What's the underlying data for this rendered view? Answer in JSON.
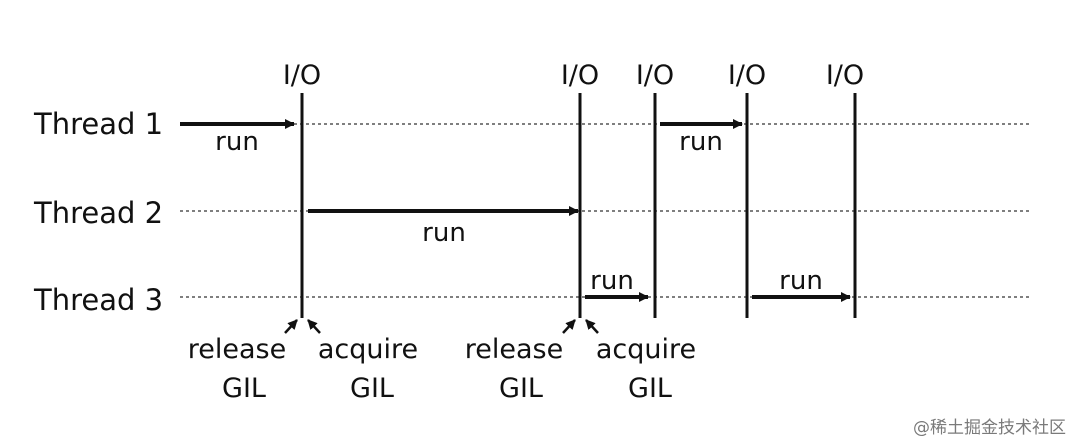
{
  "threads": [
    {
      "label": "Thread 1"
    },
    {
      "label": "Thread 2"
    },
    {
      "label": "Thread 3"
    }
  ],
  "io_events": [
    {
      "label": "I/O"
    },
    {
      "label": "I/O"
    },
    {
      "label": "I/O"
    },
    {
      "label": "I/O"
    },
    {
      "label": "I/O"
    }
  ],
  "runs": [
    {
      "label": "run",
      "thread": 1
    },
    {
      "label": "run",
      "thread": 2
    },
    {
      "label": "run",
      "thread": 1
    },
    {
      "label": "run",
      "thread": 3
    },
    {
      "label": "run",
      "thread": 3
    }
  ],
  "gil_annotations": [
    {
      "line1": "release",
      "line2": "GIL"
    },
    {
      "line1": "acquire",
      "line2": "GIL"
    },
    {
      "line1": "release",
      "line2": "GIL"
    },
    {
      "line1": "acquire",
      "line2": "GIL"
    }
  ],
  "watermark": "@稀土掘金技术社区",
  "colors": {
    "ink": "#111111",
    "dotted": "#555555",
    "watermark": "#7a7a7a"
  }
}
